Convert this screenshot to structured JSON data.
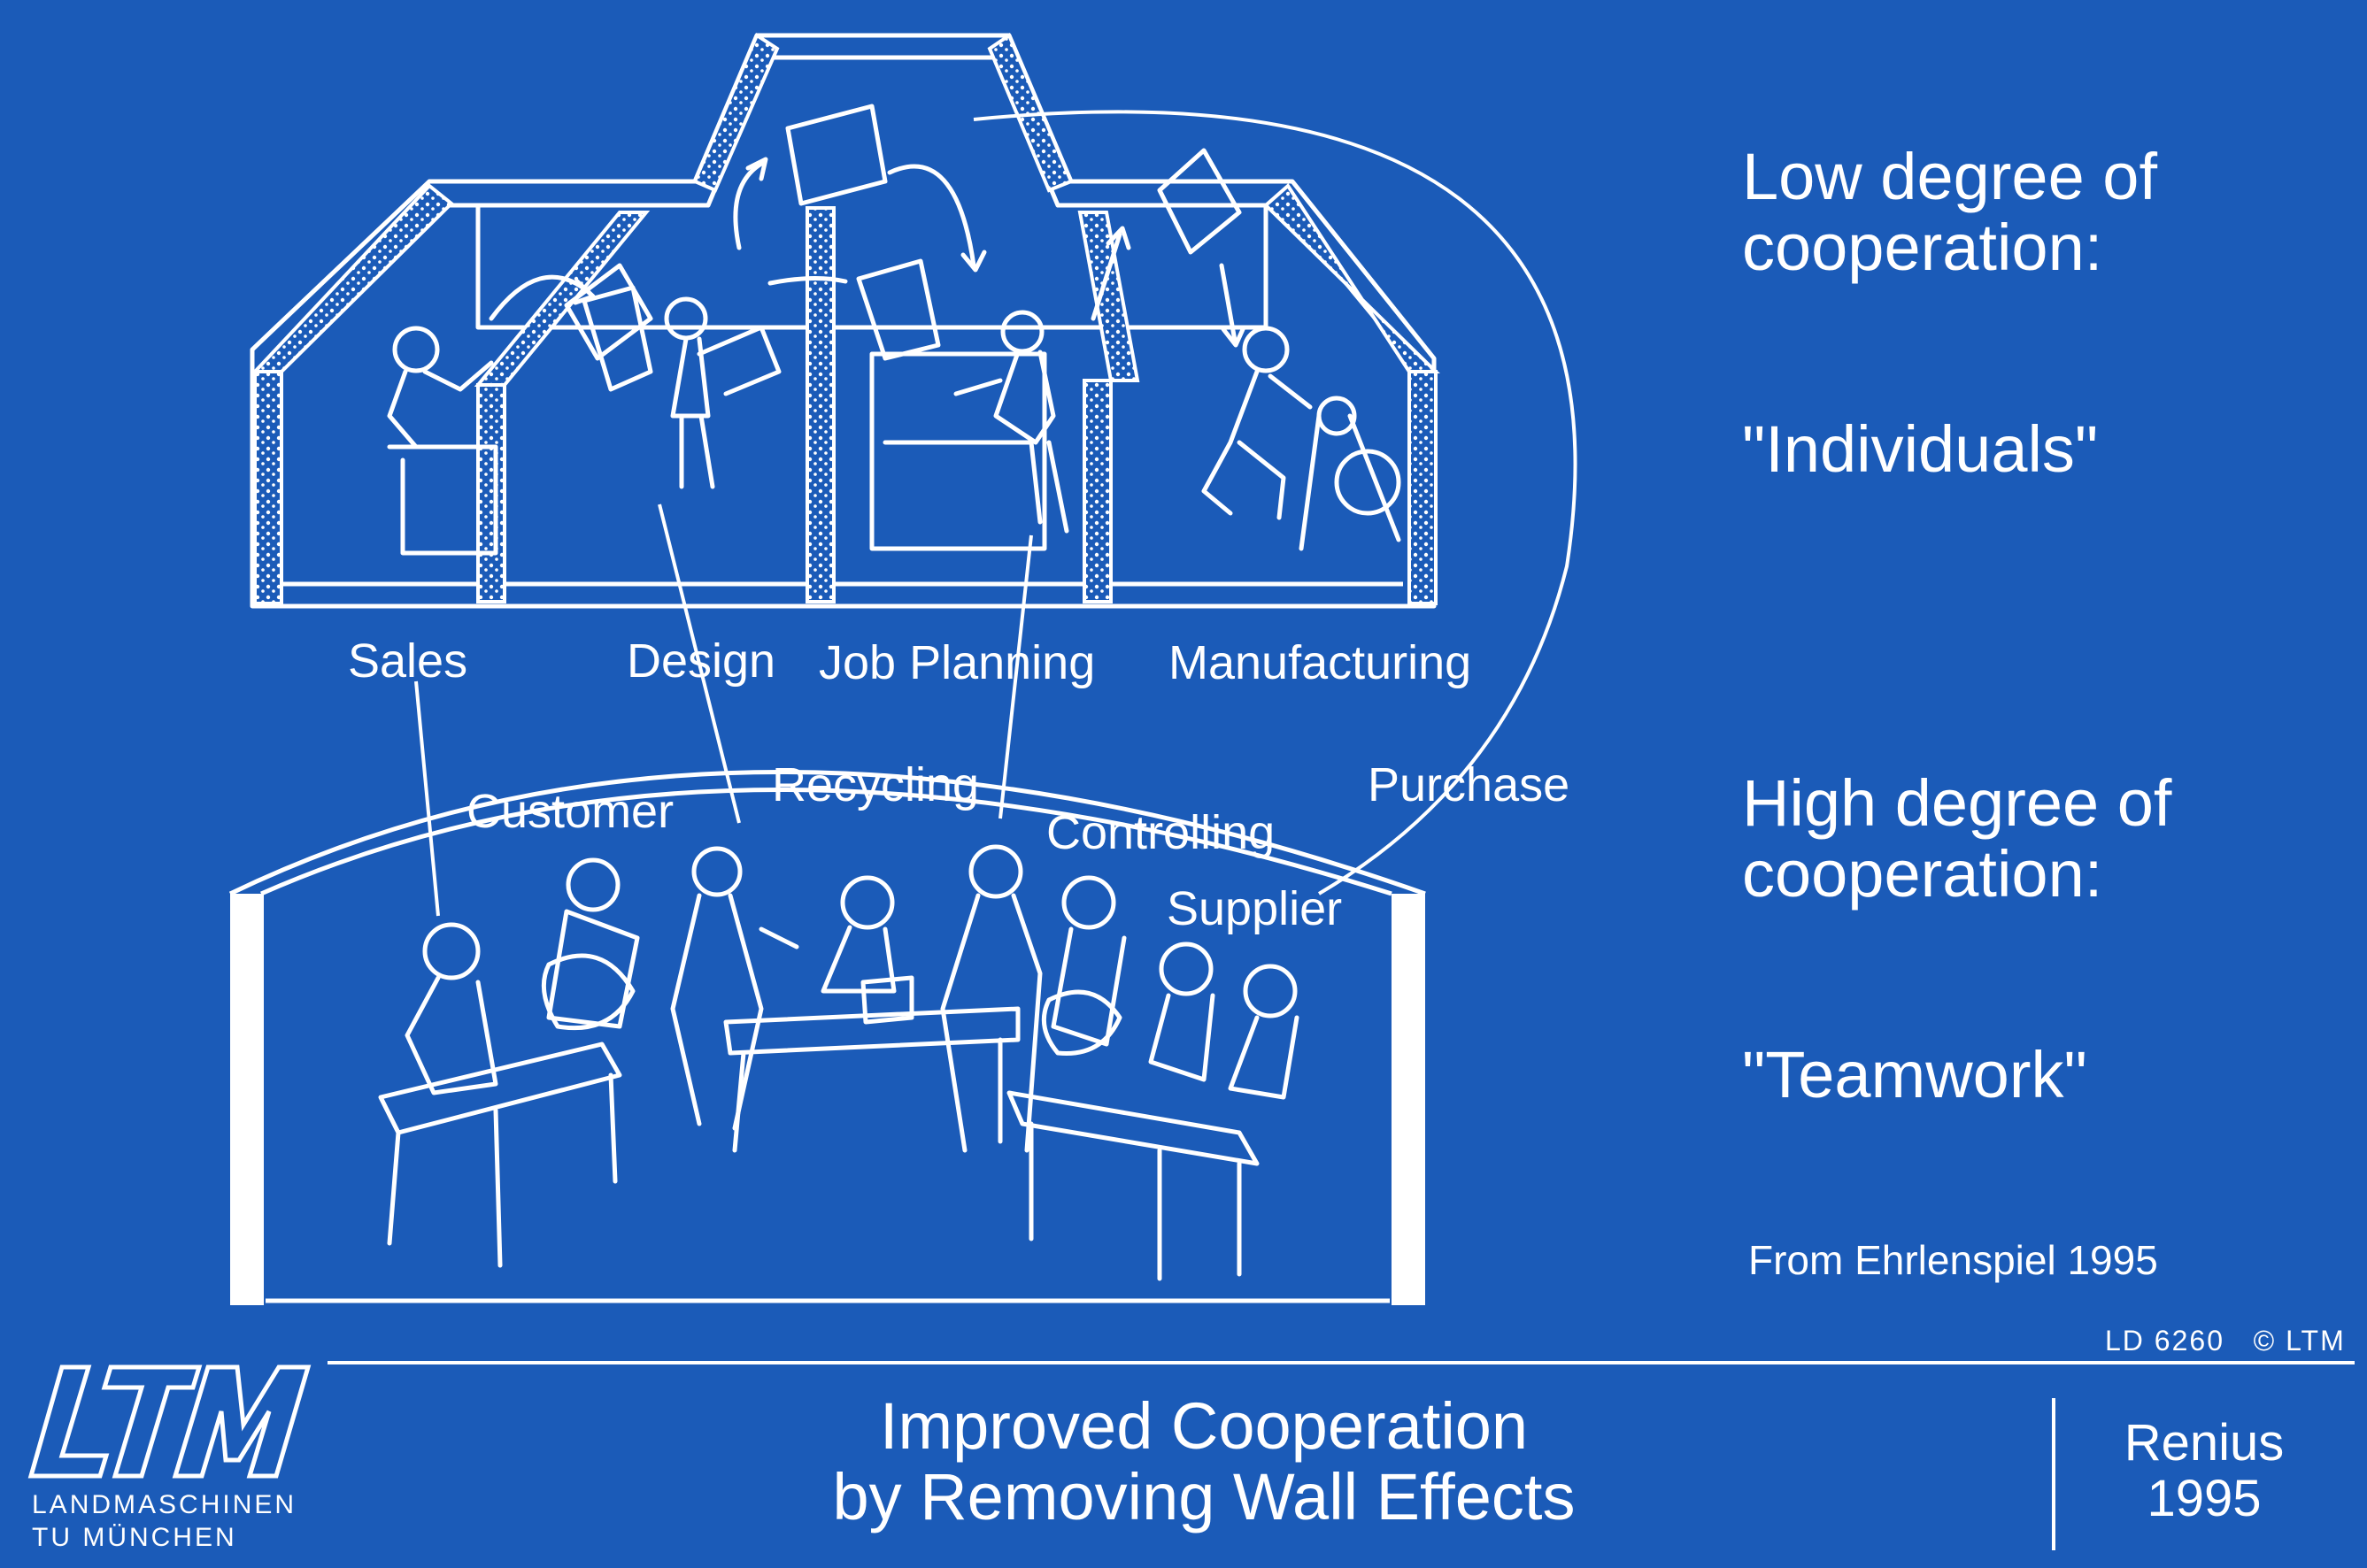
{
  "diagram": {
    "top_room_labels": [
      "Sales",
      "Design",
      "Job Planning",
      "Manufacturing"
    ],
    "bottom_room_labels": [
      "Customer",
      "Recycling",
      "Controlling",
      "Supplier",
      "Purchase"
    ]
  },
  "right_panel": {
    "low_heading": "Low degree of\ncooperation:",
    "low_quote": "\"Individuals\"",
    "high_heading": "High degree of\ncooperation:",
    "high_quote": "\"Teamwork\"",
    "source": "From Ehrlenspiel 1995",
    "slide_code": "LD 6260   © LTM"
  },
  "footer": {
    "logo_text": "LTM",
    "logo_line1": "LANDMASCHINEN",
    "logo_line2": "TU MÜNCHEN",
    "title": "Improved Cooperation\nby Removing Wall Effects",
    "author": "Renius\n1995"
  },
  "colors": {
    "background": "#1b5bb8",
    "ink": "#ffffff"
  }
}
